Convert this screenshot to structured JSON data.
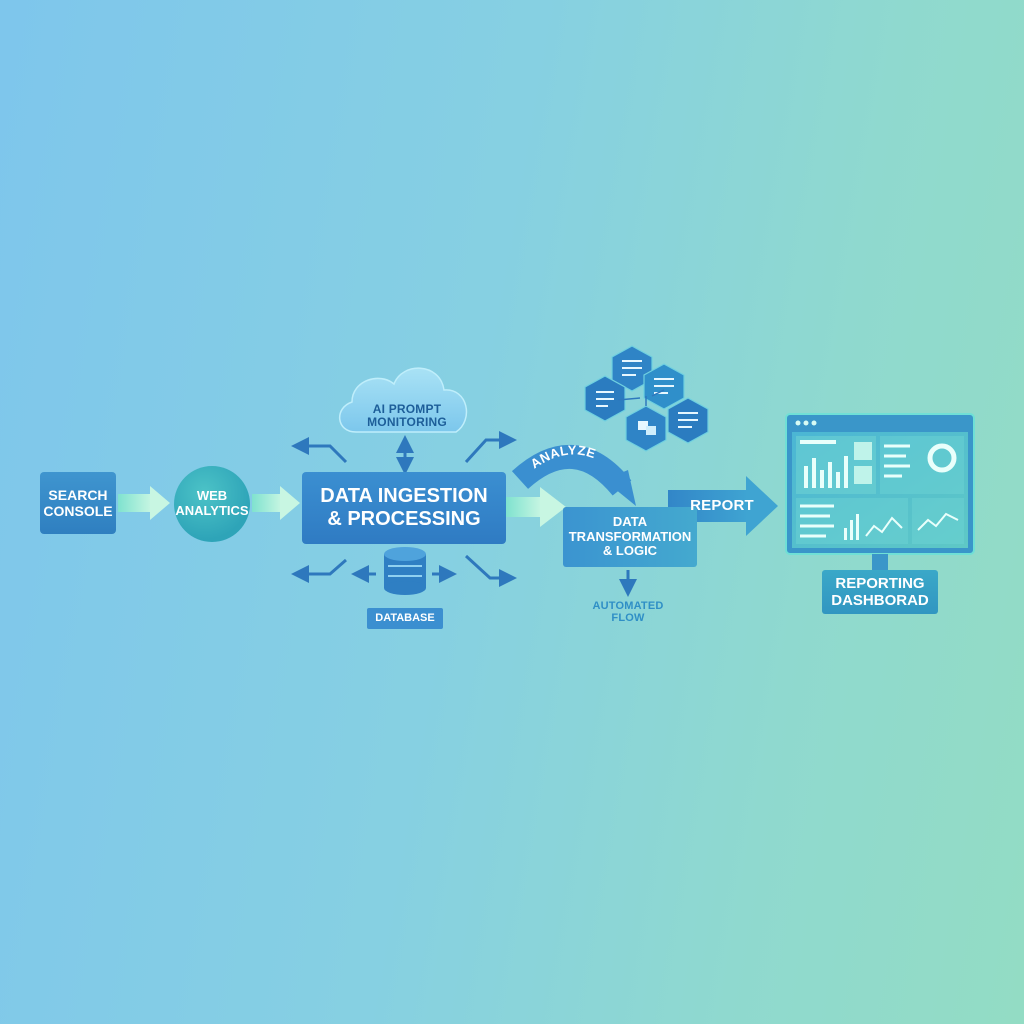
{
  "nodes": {
    "search_console": "SEARCH\nCONSOLE",
    "web_analytics": "WEB\nANALYTICS",
    "ai_prompt": "AI PROMPT\nMONITORING",
    "ingestion": "DATA INGESTION\n& PROCESSING",
    "database": "DATABASE",
    "analyze": "ANALYZE",
    "transform": "DATA\nTRANSFORMATION\n& LOGIC",
    "automated_flow": "AUTOMATED\nFLOW",
    "report": "REPORT",
    "dashboard": "REPORTING\nDASHBORAD"
  },
  "icons": {
    "cloud": "cloud-icon",
    "database": "database-icon",
    "hexagons": "document-hexagon-icon",
    "monitor": "monitor-dashboard-icon"
  },
  "colors": {
    "primary_blue": "#2f7fc0",
    "teal": "#2ea4b8",
    "arrow_light": "#b6f0dc",
    "arrow_dark": "#2e78bd",
    "hex_fill": "#2f84c6",
    "monitor_frame": "#3a96c9"
  }
}
